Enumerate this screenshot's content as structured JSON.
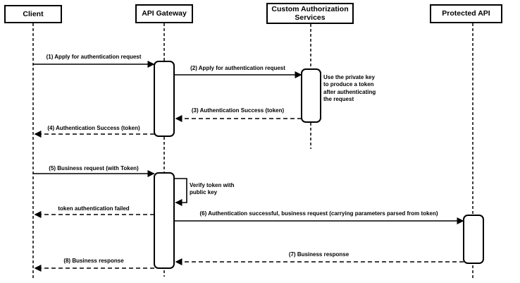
{
  "diagram_type": "uml-sequence-diagram",
  "colors": {
    "line": "#000000",
    "background": "#ffffff"
  },
  "actors": [
    {
      "id": "client",
      "label": "Client"
    },
    {
      "id": "api_gateway",
      "label": "API Gateway"
    },
    {
      "id": "custom_auth",
      "label": "Custom Authorization Services"
    },
    {
      "id": "protected_api",
      "label": "Protected API"
    }
  ],
  "messages": [
    {
      "label": "(1) Apply for authentication request",
      "from": "Client",
      "to": "API Gateway",
      "line": "solid"
    },
    {
      "label": "(2) Apply for authentication request",
      "from": "API Gateway",
      "to": "Custom Authorization Services",
      "line": "solid"
    },
    {
      "label": "(3) Authentication Success (token)",
      "from": "Custom Authorization Services",
      "to": "API Gateway",
      "line": "dashed"
    },
    {
      "label": "(4) Authentication Success (token)",
      "from": "API Gateway",
      "to": "Client",
      "line": "dashed"
    },
    {
      "label": "(5) Business request (with Token)",
      "from": "Client",
      "to": "API Gateway",
      "line": "solid"
    },
    {
      "label": "Verify token with public key",
      "from": "API Gateway",
      "to": "API Gateway",
      "line": "self"
    },
    {
      "label": "token authentication failed",
      "from": "API Gateway",
      "to": "Client",
      "line": "dashed"
    },
    {
      "label": "(6) Authentication successful, business request (carrying parameters parsed from token)",
      "from": "API Gateway",
      "to": "Protected API",
      "line": "solid"
    },
    {
      "label": "(7) Business response",
      "from": "Protected API",
      "to": "API Gateway",
      "line": "dashed"
    },
    {
      "label": "(8) Business response",
      "from": "API Gateway",
      "to": "Client",
      "line": "dashed"
    }
  ],
  "note": {
    "label": "Use the private key to produce a token after authenticating the request",
    "attached_to": "Custom Authorization Services"
  }
}
